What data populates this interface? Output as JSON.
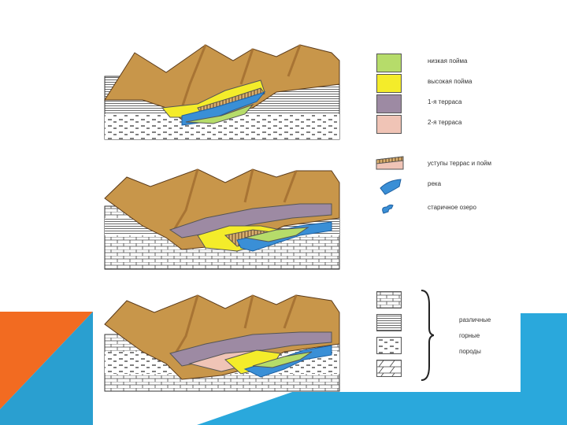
{
  "colors": {
    "orange_accent": "#f26b21",
    "teal_accent": "#2aa8dc",
    "dark_teal": "#1a7ea6",
    "low_floodplain": "#b6dc6a",
    "high_floodplain": "#f4ec2a",
    "terrace1": "#9d8aa3",
    "terrace2": "#f0c4b6",
    "river": "#3a8fd6",
    "mountain": "#c8964a",
    "mountain_shade": "#a87434"
  },
  "legend": {
    "low_floodplain": "низкая пойма",
    "high_floodplain": "высокая пойма",
    "terrace1": "1-я терраса",
    "terrace2": "2-я терраса",
    "scarps": "уступы террас и пойм",
    "river": "река",
    "oxbow": "старичное озеро",
    "rocks_line1": "различные",
    "rocks_line2": "горные",
    "rocks_line3": "породы"
  }
}
